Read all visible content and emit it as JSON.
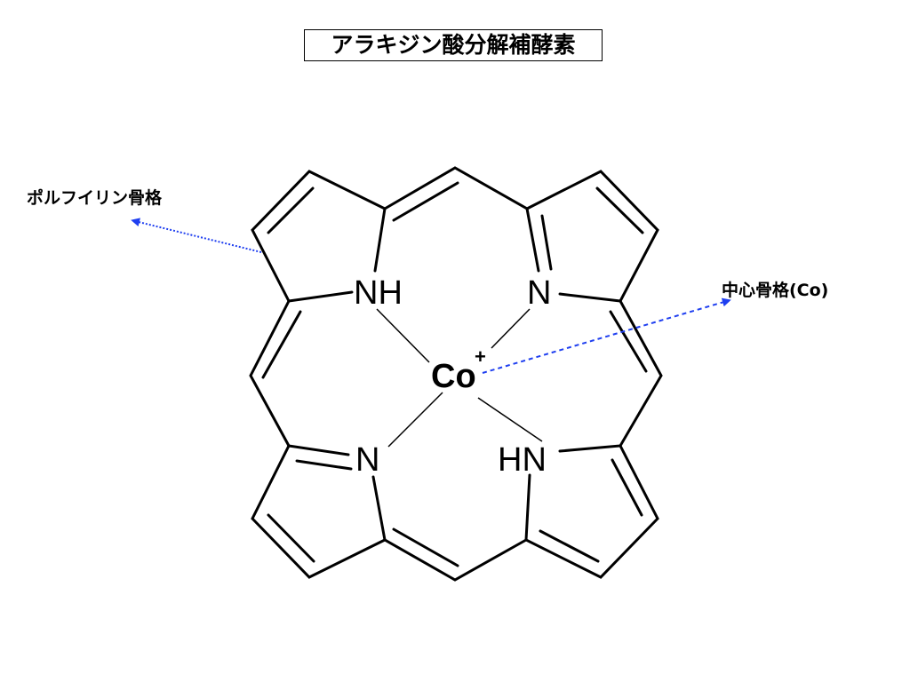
{
  "title": "アラキジン酸分解補酵素",
  "labels": {
    "porphyrin": "ポルフイリン骨格",
    "center": "中心骨格(Co)"
  },
  "atoms": {
    "nh_top_left": "NH",
    "n_top_right": "N",
    "n_bottom_left": "N",
    "hn_bottom_right": "HN",
    "metal": "Co",
    "charge": "+"
  },
  "colors": {
    "arrow": "#1f3ff0",
    "bond": "#000000"
  }
}
